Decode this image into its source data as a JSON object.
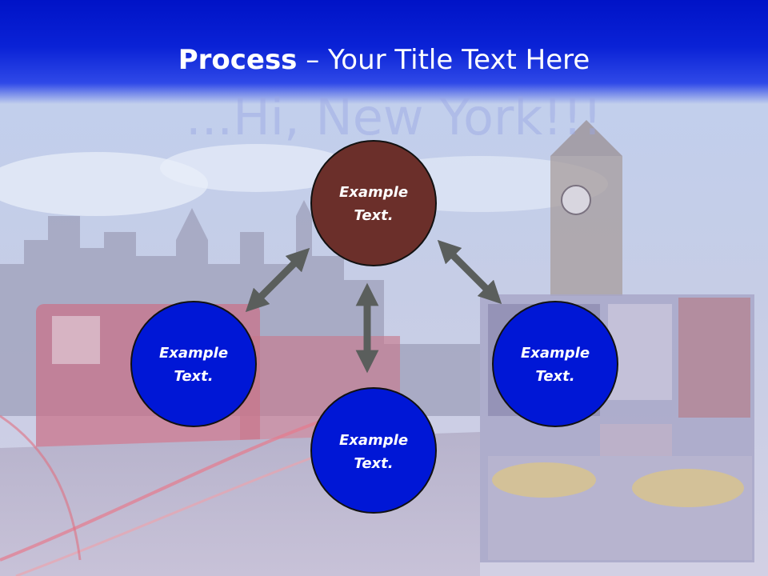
{
  "slide": {
    "title_bold": "Process",
    "title_rest": " – Your Title Text Here",
    "watermark": "...Hi, New York!!!"
  },
  "diagram": {
    "nodes": [
      {
        "id": "top",
        "line1": "Example",
        "line2": "Text.",
        "color": "#6b2f2a"
      },
      {
        "id": "left",
        "line1": "Example",
        "line2": "Text.",
        "color": "#0017d6"
      },
      {
        "id": "bottom",
        "line1": "Example",
        "line2": "Text.",
        "color": "#0017d6"
      },
      {
        "id": "right",
        "line1": "Example",
        "line2": "Text.",
        "color": "#0017d6"
      }
    ],
    "arrow_color": "#5a5e5c"
  }
}
